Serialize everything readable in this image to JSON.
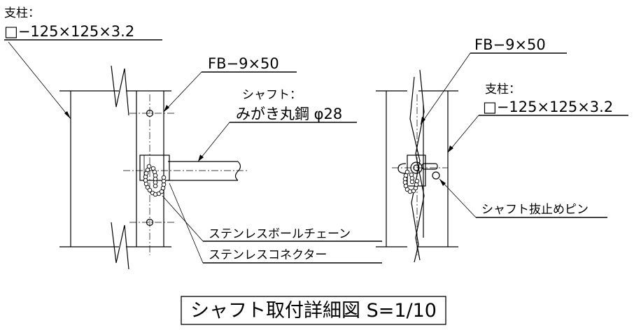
{
  "labels": {
    "post_left_title": "支柱：",
    "post_left_size": "□−125×125×3.2",
    "fb_left": "FB−9×50",
    "shaft_title": "シャフト：",
    "shaft_spec": "みがき丸鋼 φ28",
    "chain": "ステンレスボールチェーン",
    "connector": "ステンレスコネクター",
    "fb_right": "FB−9×50",
    "post_right_title": "支柱：",
    "post_right_size": "□−125×125×3.2",
    "pin": "シャフト抜止めピン"
  },
  "title": "シャフト取付詳細図 S=1/10"
}
